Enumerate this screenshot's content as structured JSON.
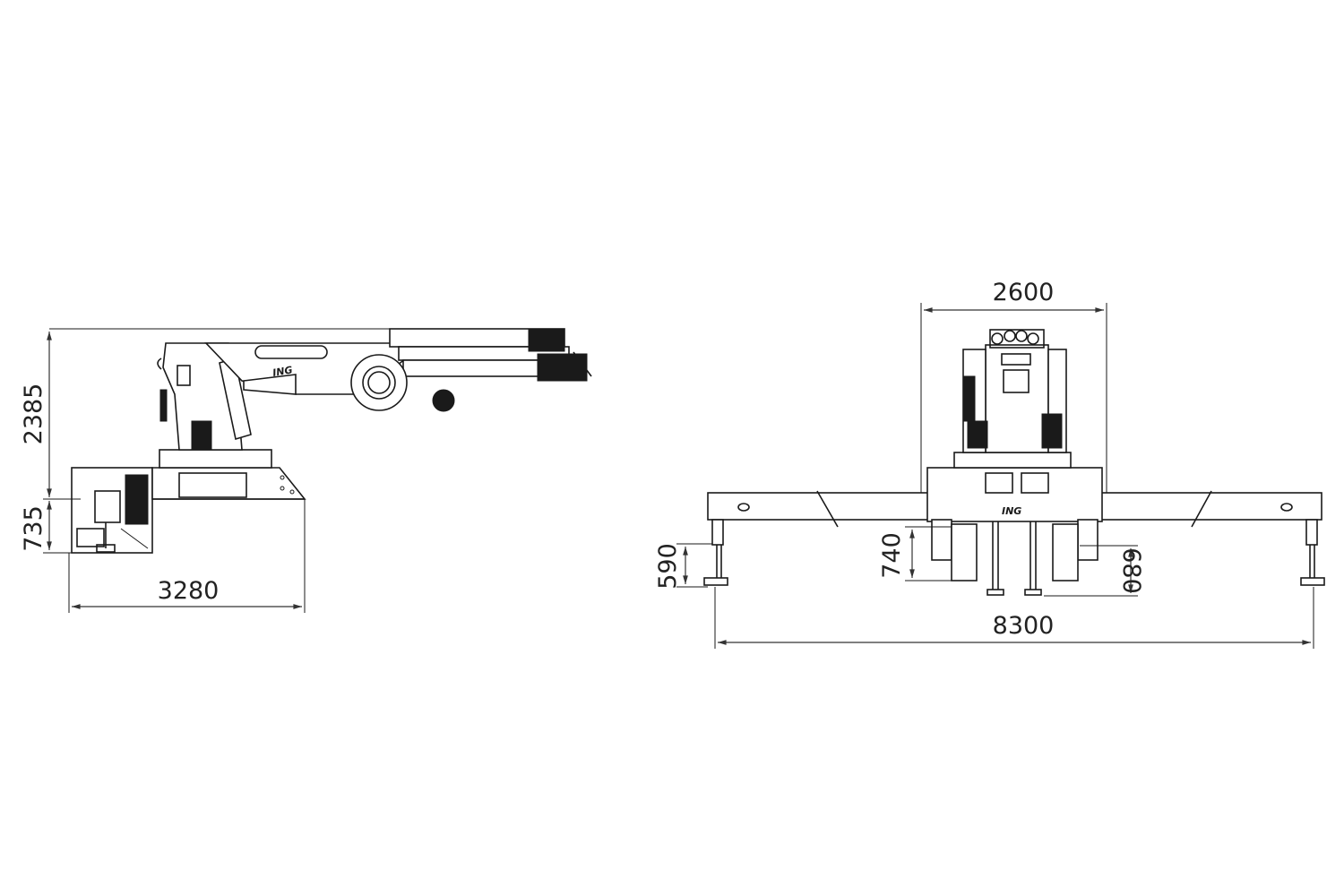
{
  "side_view": {
    "dimensions": {
      "crane_height": "2385",
      "base_height": "735",
      "length": "3280"
    },
    "logo_text": "ING"
  },
  "front_view": {
    "dimensions": {
      "width": "2600",
      "outrigger_span": "8300",
      "outer_leg_stroke": "590",
      "inner_leg_stroke_left": "740",
      "inner_leg_stroke_right": "680"
    },
    "logo_text": "ING"
  },
  "colors": {
    "line": "#1a1a1a",
    "background": "#ffffff"
  }
}
